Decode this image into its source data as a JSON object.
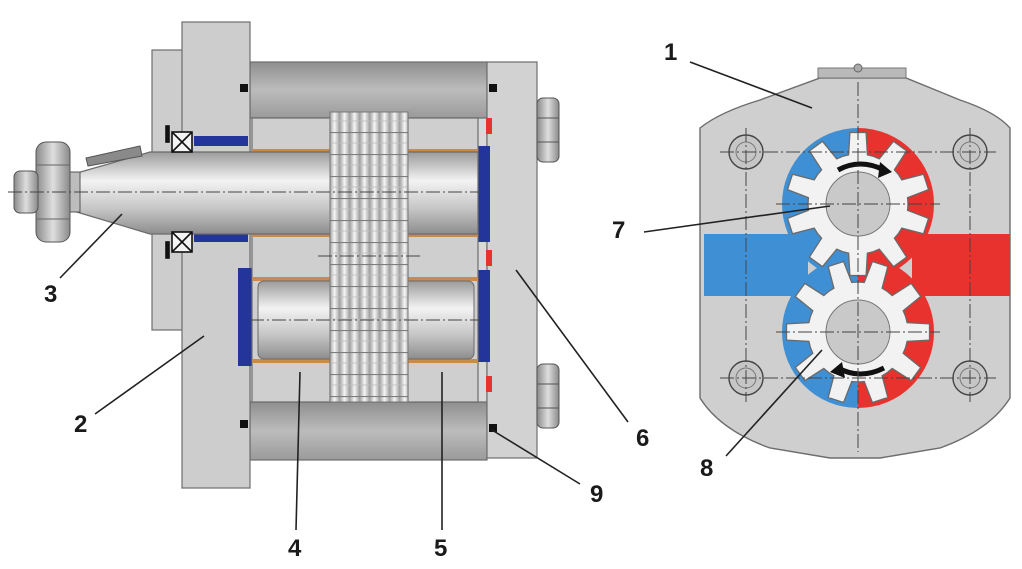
{
  "colors": {
    "body": "#cfcfcf",
    "body_dark": "#a9a9a9",
    "outlet_red": "#e8322e",
    "inlet_blue": "#3f8fd4",
    "seal_navy": "#23359a",
    "bearing_copper": "#c98a4e",
    "gear_white": "#f2f2f2"
  },
  "labels": [
    "1",
    "2",
    "3",
    "4",
    "5",
    "6",
    "7",
    "8",
    "9"
  ]
}
